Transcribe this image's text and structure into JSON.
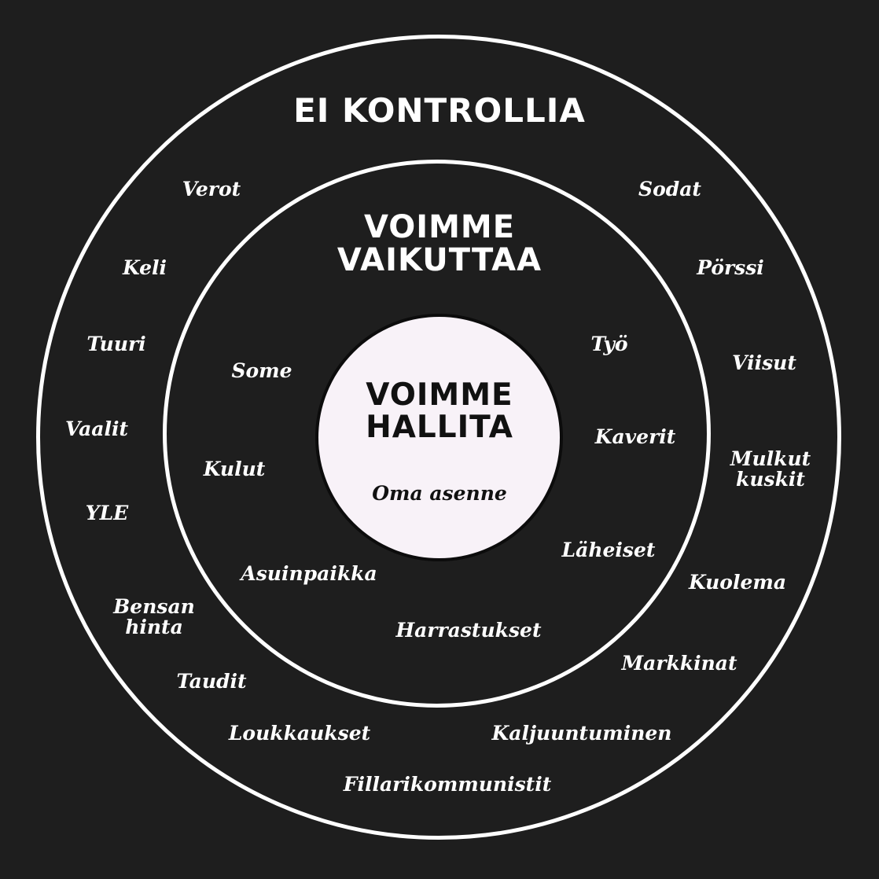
{
  "circles": {
    "outer": {
      "title": "EI KONTROLLIA"
    },
    "middle": {
      "title": "VOIMME\nVAIKUTTAA"
    },
    "inner": {
      "title": "VOIMME\nHALLITA"
    }
  },
  "items": {
    "outer": {
      "verot": "Verot",
      "keli": "Keli",
      "tuuri": "Tuuri",
      "vaalit": "Vaalit",
      "yle": "YLE",
      "bensan_hinta": "Bensan\nhinta",
      "taudit": "Taudit",
      "loukkaukset": "Loukkaukset",
      "fillarikommunistit": "Fillarikommunistit",
      "kaljuuntuminen": "Kaljuuntuminen",
      "markkinat": "Markkinat",
      "kuolema": "Kuolema",
      "mulkut_kuskit": "Mulkut\nkuskit",
      "viisut": "Viisut",
      "porssi": "Pörssi",
      "sodat": "Sodat"
    },
    "middle": {
      "some": "Some",
      "kulut": "Kulut",
      "asuinpaikka": "Asuinpaikka",
      "harrastukset": "Harrastukset",
      "laheiset": "Läheiset",
      "kaverit": "Kaverit",
      "tyo": "Työ"
    },
    "inner": {
      "oma_asenne": "Oma asenne"
    }
  },
  "colors": {
    "background": "#1e1e1e",
    "ring": "#ffffff",
    "inner_fill": "#f8f2f8",
    "text_light": "#ffffff",
    "text_dark": "#111111"
  }
}
